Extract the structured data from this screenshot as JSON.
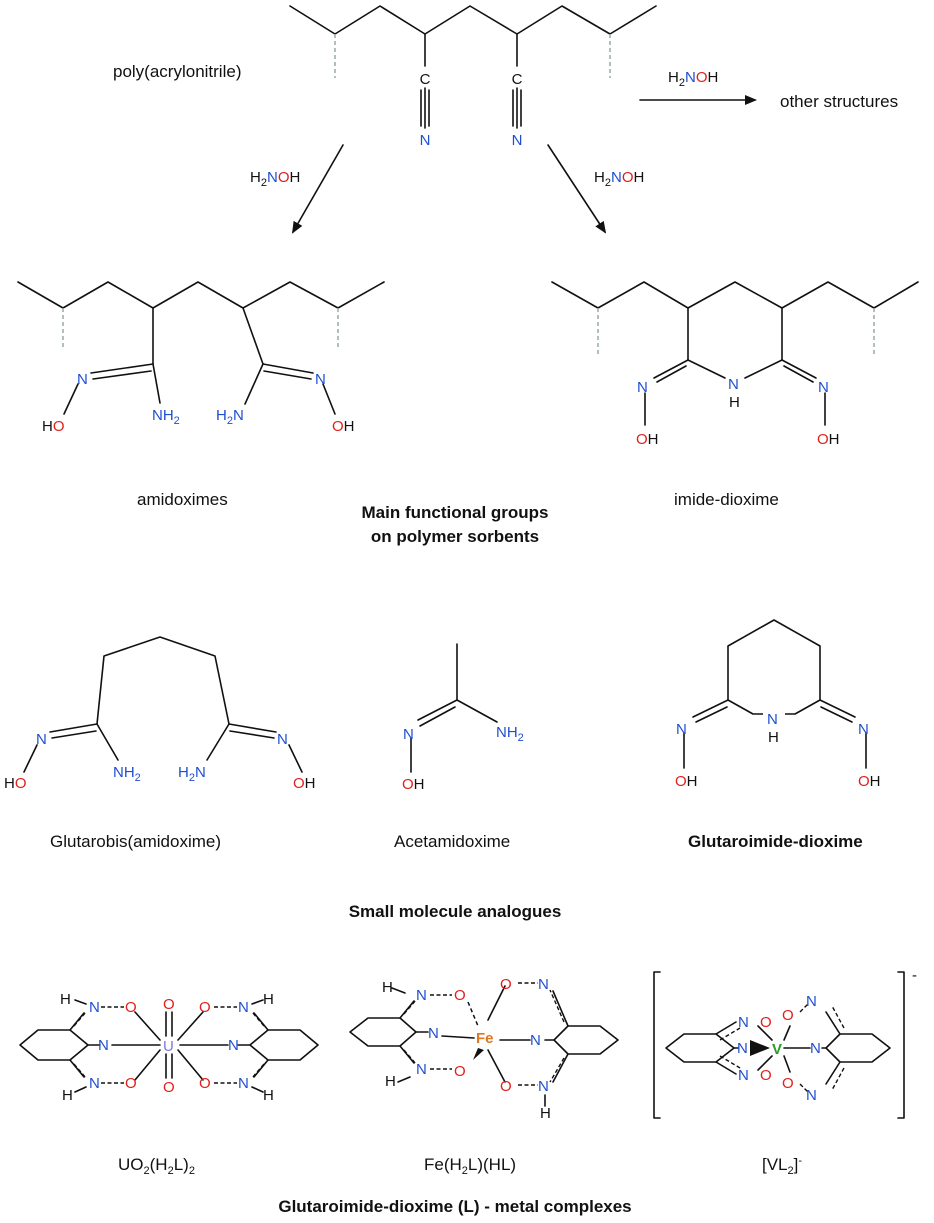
{
  "captions": {
    "pan": "poly(acrylonitrile)",
    "other": "other structures",
    "amidoximes": "amidoximes",
    "imide_dioxime": "imide-dioxime",
    "main_groups_line1": "Main functional groups",
    "main_groups_line2": "on polymer sorbents",
    "glutarobis": "Glutarobis(amidoxime)",
    "acetamidoxime": "Acetamidoxime",
    "glutaroimide": "Glutaroimide-dioxime",
    "small_molecule": "Small molecule analogues",
    "complexes_title": "Glutaroimide-dioxime (L) - metal complexes",
    "charge": "-"
  },
  "complex_labels": {
    "uo2": [
      "UO",
      "2",
      "(H",
      "2",
      "L)",
      "2"
    ],
    "fe": [
      "Fe(H",
      "2",
      "L)(HL)"
    ],
    "vl2": [
      "[VL",
      "2",
      "]",
      "-"
    ]
  },
  "reagent": [
    "H",
    "2",
    "N",
    "O",
    "H"
  ],
  "atoms": {
    "N": "N",
    "O": "O",
    "H": "H",
    "OH": "OH",
    "HO": "HO",
    "C": "C",
    "NH2": [
      "NH",
      "2"
    ],
    "H2N": [
      "H",
      "2",
      "N"
    ],
    "U": "U",
    "Fe": "Fe",
    "V": "V"
  },
  "colors": {
    "N": "#1f4fd0",
    "O": "#e0201c",
    "U": "#7b7bd8",
    "Fe": "#e07820",
    "V": "#2a9a2a",
    "bond": "#111111",
    "polymer_dash": "#9aa8a8"
  }
}
